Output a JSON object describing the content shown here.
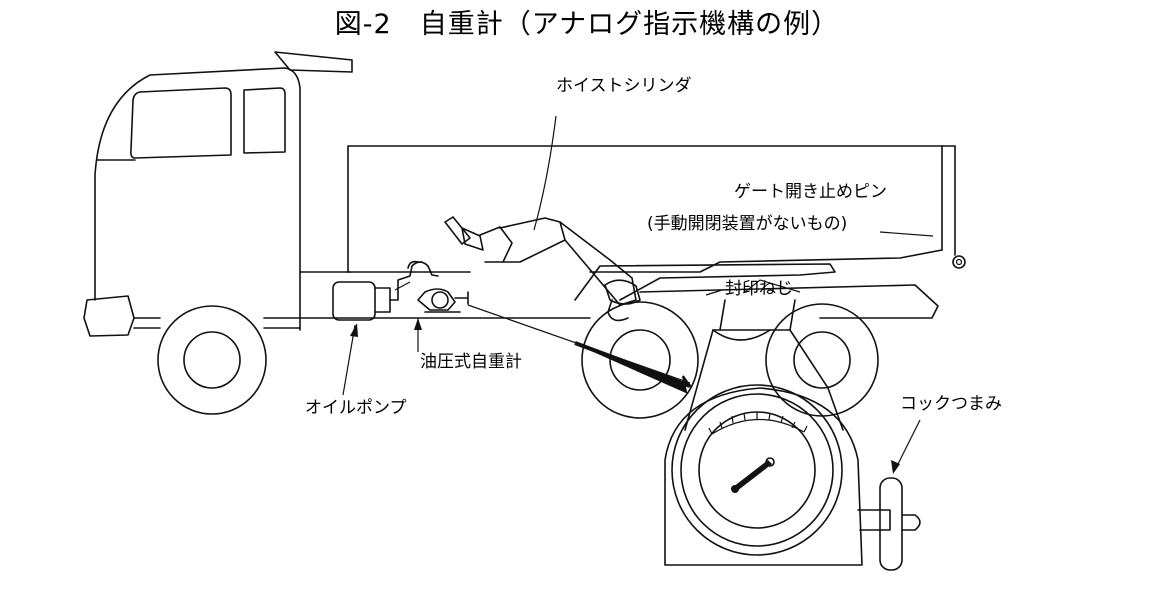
{
  "figure": {
    "title": "図-2　自重計（アナログ指示機構の例）",
    "labels": {
      "hoist_cylinder": "ホイストシリンダ",
      "gate_pin_line1": "ゲート開き止めピン",
      "gate_pin_line2": "(手動開閉装置がないもの)",
      "seal_screw": "封印ねじ",
      "hydraulic_gauge": "油圧式自重計",
      "oil_pump": "オイルポンプ",
      "cock_knob": "コックつまみ"
    },
    "icons": [
      "dump-truck",
      "pressure-gauge",
      "oil-pump",
      "hoist-cylinder",
      "cock-knob"
    ]
  }
}
